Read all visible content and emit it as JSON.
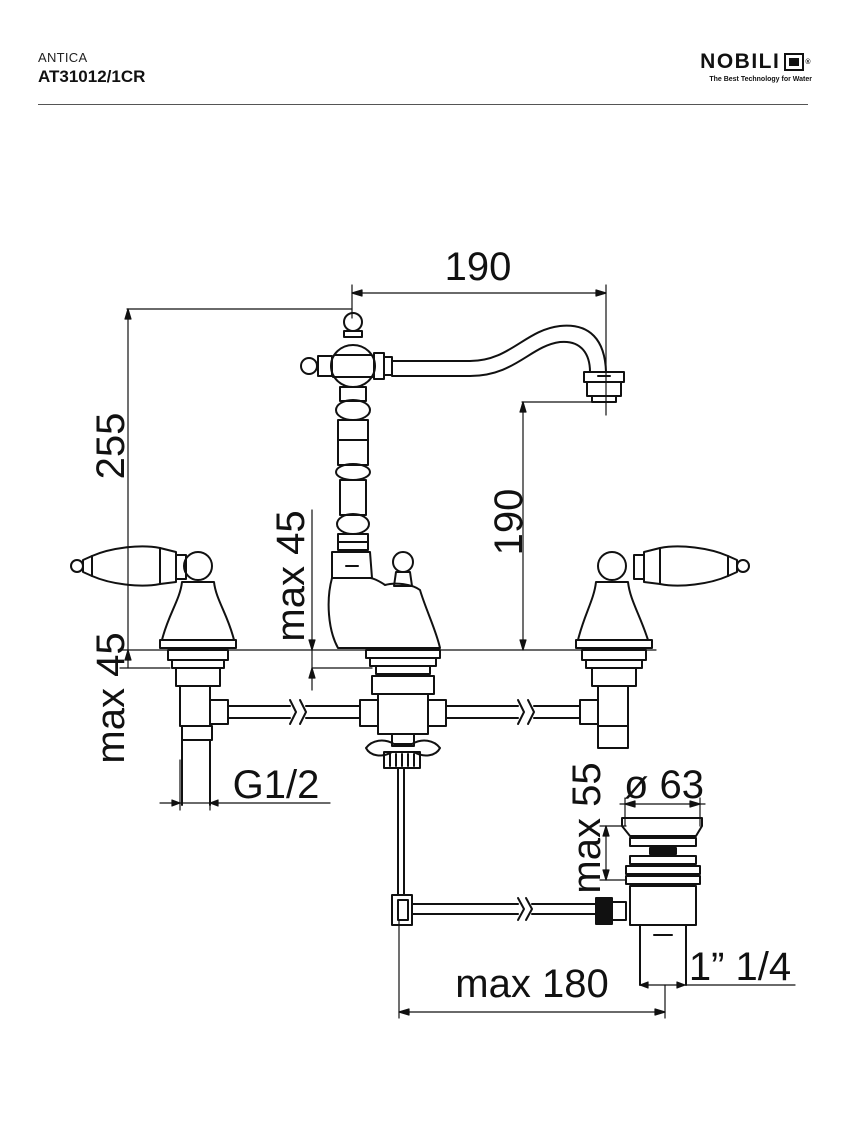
{
  "header": {
    "series": "ANTICA",
    "code": "AT31012/1CR"
  },
  "logo": {
    "brand": "NOBILI",
    "tagline": "The Best Technology for Water"
  },
  "dimensions": {
    "spout_reach": "190",
    "total_height": "255",
    "spout_height": "190",
    "spout_base_max": "max 45",
    "handle_max": "max 45",
    "thread": "G1/2",
    "waste_diameter": "ø 63",
    "waste_max": "max 55",
    "drain_distance": "max 180",
    "drain_thread": "1” 1/4"
  },
  "colors": {
    "line": "#111111",
    "rule": "#555555"
  }
}
